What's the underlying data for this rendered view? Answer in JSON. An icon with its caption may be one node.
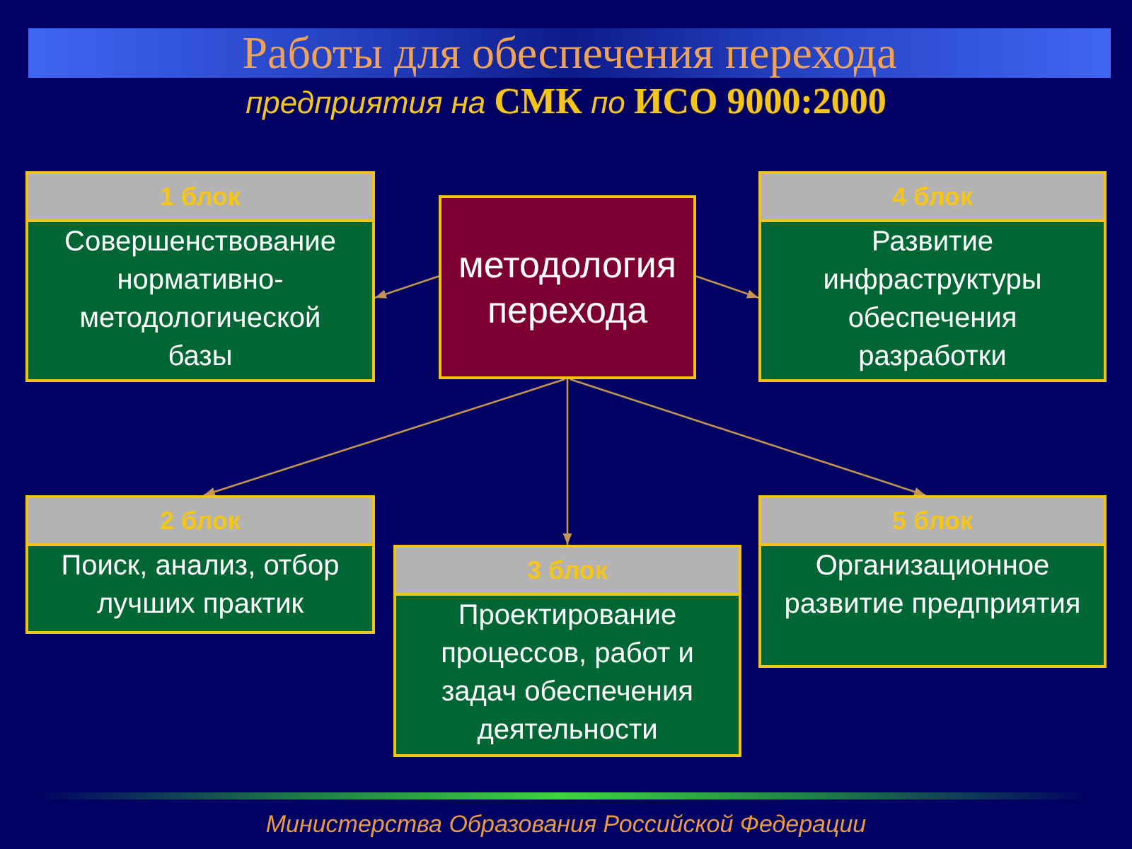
{
  "diagram": {
    "title": "Работы для обеспечения перехода",
    "caption": "Министерства Образования Российской Федерации",
    "nodes": [
      {
        "text": [
          "1 блок",
          "Совершенствование нормативно-методологической базы"
        ]
      },
      {
        "text": [
          "методология перехода"
        ]
      },
      {
        "text": [
          "4 блок",
          "Развитие инфраструктуры обеспечения разработки"
        ]
      },
      {
        "text": [
          "2 блок",
          "Поиск, анализ, отбор лучших практик"
        ]
      },
      {
        "text": [
          "3 блок",
          "Проектирование процессов, работ и задач обеспечения деятельности"
        ]
      },
      {
        "text": [
          "5 блок",
          "Организационное развитие предприятия"
        ]
      }
    ],
    "edges": [
      {
        "from": 1,
        "to": 0,
        "arrow": "to"
      },
      {
        "from": 1,
        "to": 2,
        "arrow": "to"
      },
      {
        "from": 1,
        "to": 3,
        "arrow": "to"
      },
      {
        "from": 1,
        "to": 4,
        "arrow": "to"
      },
      {
        "from": 1,
        "to": 5,
        "arrow": "to"
      }
    ],
    "labels": [
      "предприятия на **СМК** по **ИСО 9000:2000**"
    ]
  }
}
